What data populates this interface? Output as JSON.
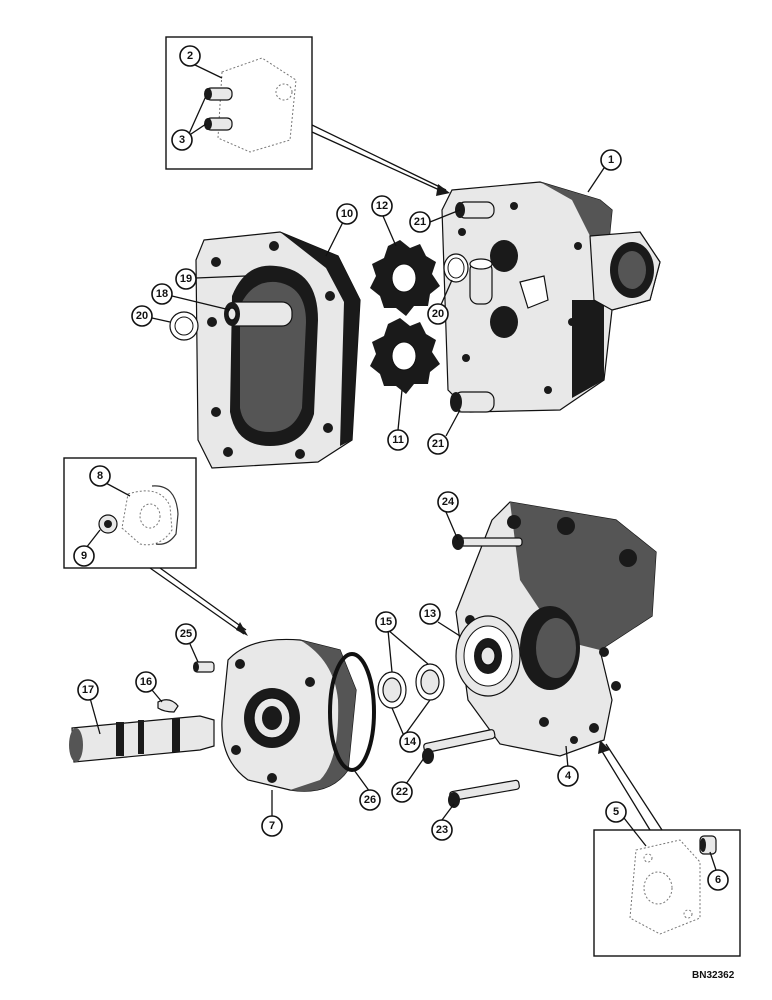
{
  "document_number": "BN32362",
  "callouts": [
    {
      "id": "c2",
      "label": "2"
    },
    {
      "id": "c3",
      "label": "3"
    },
    {
      "id": "c1",
      "label": "1"
    },
    {
      "id": "c10",
      "label": "10"
    },
    {
      "id": "c12",
      "label": "12"
    },
    {
      "id": "c21a",
      "label": "21"
    },
    {
      "id": "c19",
      "label": "19"
    },
    {
      "id": "c18",
      "label": "18"
    },
    {
      "id": "c20a",
      "label": "20"
    },
    {
      "id": "c20b",
      "label": "20"
    },
    {
      "id": "c11",
      "label": "11"
    },
    {
      "id": "c21b",
      "label": "21"
    },
    {
      "id": "c8",
      "label": "8"
    },
    {
      "id": "c9",
      "label": "9"
    },
    {
      "id": "c24",
      "label": "24"
    },
    {
      "id": "c25",
      "label": "25"
    },
    {
      "id": "c15",
      "label": "15"
    },
    {
      "id": "c13",
      "label": "13"
    },
    {
      "id": "c16",
      "label": "16"
    },
    {
      "id": "c17",
      "label": "17"
    },
    {
      "id": "c14",
      "label": "14"
    },
    {
      "id": "c22",
      "label": "22"
    },
    {
      "id": "c4",
      "label": "4"
    },
    {
      "id": "c26",
      "label": "26"
    },
    {
      "id": "c7",
      "label": "7"
    },
    {
      "id": "c23",
      "label": "23"
    },
    {
      "id": "c5",
      "label": "5"
    },
    {
      "id": "c6",
      "label": "6"
    }
  ]
}
